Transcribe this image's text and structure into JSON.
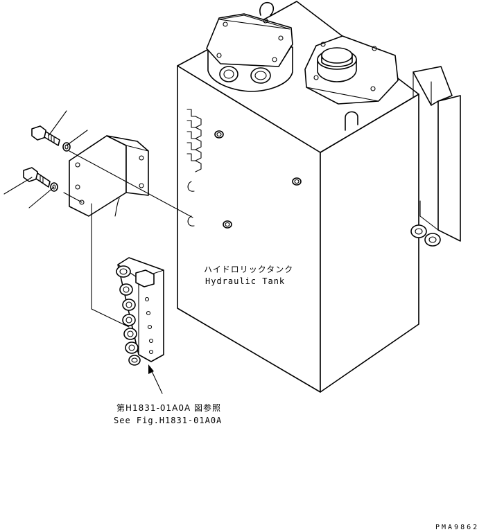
{
  "labels": {
    "tank_ja": "ハイドロリックタンク",
    "tank_en": "Hydraulic Tank",
    "ref_ja": "第H1831-01A0A 図参照",
    "ref_en": "See Fig.H1831-01A0A",
    "drawing_code": "PMA9862"
  }
}
